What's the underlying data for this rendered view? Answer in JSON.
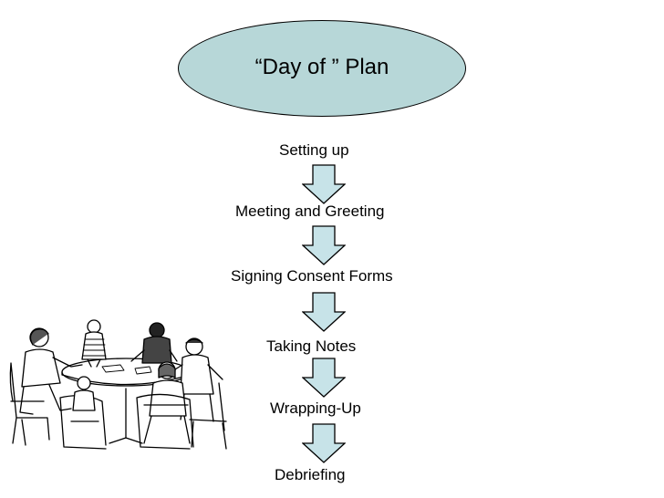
{
  "diagram": {
    "title": "“Day of ” Plan",
    "steps": [
      {
        "label": "Setting up"
      },
      {
        "label": "Meeting and Greeting"
      },
      {
        "label": "Signing Consent Forms"
      },
      {
        "label": "Taking Notes"
      },
      {
        "label": "Wrapping-Up"
      },
      {
        "label": "Debriefing"
      }
    ],
    "colors": {
      "oval_fill": "#b7d7d8",
      "arrow_fill": "#c7e3e8",
      "outline": "#000000"
    },
    "illustration": "people-meeting-around-table"
  }
}
